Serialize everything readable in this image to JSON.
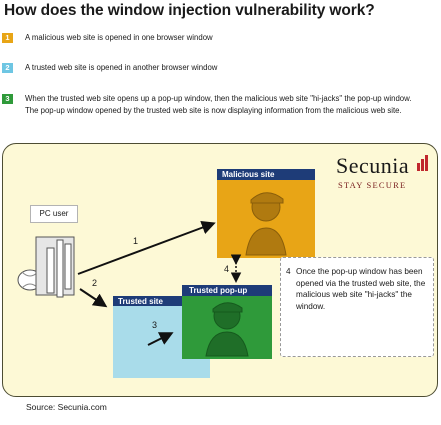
{
  "title": "How does the window injection vulnerability work?",
  "steps": [
    {
      "num": "1",
      "text": "A malicious web site is opened in one browser window"
    },
    {
      "num": "2",
      "text": "A trusted web site is opened in another browser window"
    },
    {
      "num": "3",
      "text": "When the trusted web site opens up a pop-up window, then the malicious web site \"hi-jacks\" the pop-up window. The pop-up window opened by the trusted web site is now displaying information from the malicious web site."
    }
  ],
  "logo": {
    "name": "Secunia",
    "tagline": "STAY SECURE"
  },
  "pc_user_label": "PC user",
  "windows": {
    "malicious": "Malicious site",
    "trusted": "Trusted site",
    "popup": "Trusted pop-up"
  },
  "arrow_labels": [
    "1",
    "2",
    "3",
    "4"
  ],
  "callout": {
    "num": "4",
    "text": "Once the pop-up window has been opened via the trusted web site, the malicious web site \"hi-jacks\" the window."
  },
  "source": "Source: Secunia.com",
  "colors": {
    "step1": "#e8a516",
    "step2": "#6ec6e3",
    "step3": "#2f9a3a",
    "window_bar": "#1e3c78",
    "malicious_fill": "#e8a516",
    "trusted_fill": "#a9dcea",
    "popup_fill": "#2f9a3a",
    "panel_bg": "#fdf9d6",
    "logo_accent": "#c0272d"
  }
}
